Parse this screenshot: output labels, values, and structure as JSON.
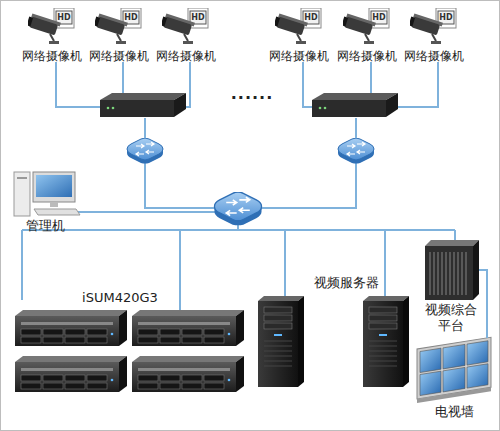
{
  "diagram": {
    "nodes": [
      {
        "text": [
          "HD",
          "网络摄像机"
        ]
      },
      {
        "text": [
          "HD",
          "网络摄像机"
        ]
      },
      {
        "text": [
          "HD",
          "网络摄像机"
        ]
      },
      {
        "text": [
          "HD",
          "网络摄像机"
        ]
      },
      {
        "text": [
          "HD",
          "网络摄像机"
        ]
      },
      {
        "text": [
          "HD",
          "网络摄像机"
        ]
      },
      {
        "text": [
          "管理机"
        ]
      },
      {
        "text": [
          "iSUM420G3"
        ]
      },
      {
        "text": [
          "视频服务器"
        ]
      },
      {
        "text": [
          "视频综合 平台"
        ]
      },
      {
        "text": [
          "电视墙"
        ]
      }
    ],
    "edges": [
      {
        "from": 9,
        "to": 10,
        "arrow": "none"
      }
    ],
    "labels": [
      "......"
    ]
  }
}
